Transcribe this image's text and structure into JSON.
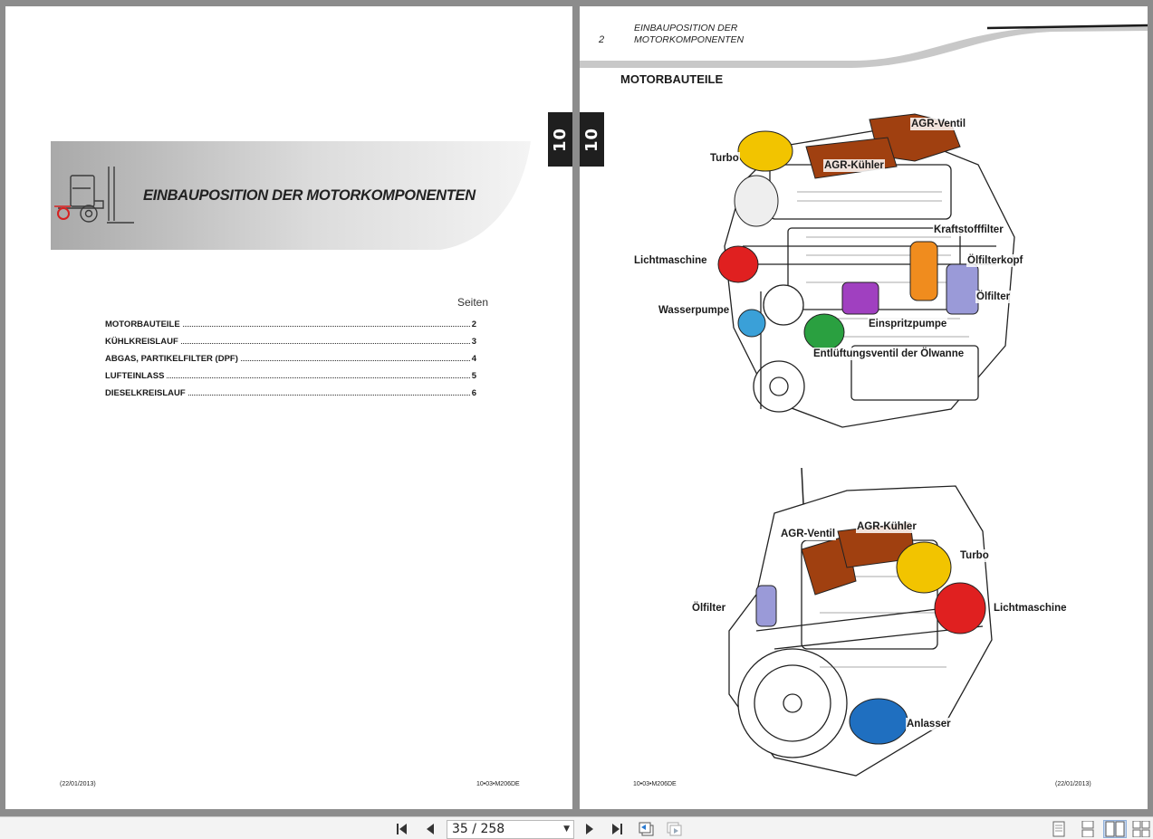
{
  "left_page": {
    "chapter_tab": "10",
    "banner_title": "EINBAUPOSITION DER MOTORKOMPONENTEN",
    "seiten_label": "Seiten",
    "toc": [
      {
        "label": "MOTORBAUTEILE",
        "page": "2"
      },
      {
        "label": "KÜHLKREISLAUF",
        "page": "3"
      },
      {
        "label": "ABGAS, PARTIKELFILTER (DPF)",
        "page": "4"
      },
      {
        "label": "LUFTEINLASS",
        "page": "5"
      },
      {
        "label": "DIESELKREISLAUF",
        "page": "6"
      }
    ],
    "footer_date": "(22/01/2013)",
    "footer_code": "10•03•M206DE"
  },
  "right_page": {
    "chapter_tab": "10",
    "header_page_number": "2",
    "header_title_line1": "EINBAUPOSITION DER",
    "header_title_line2": "MOTORKOMPONENTEN",
    "section_title": "MOTORBAUTEILE",
    "engine_top_labels": {
      "agr_ventil": "AGR-Ventil",
      "turbo": "Turbo",
      "agr_kuehler": "AGR-Kühler",
      "kraftstofffilter": "Kraftstofffilter",
      "lichtmaschine": "Lichtmaschine",
      "oelfilterkopf": "Ölfilterkopf",
      "oelfilter": "Ölfilter",
      "wasserpumpe": "Wasserpumpe",
      "einspritzpumpe": "Einspritzpumpe",
      "entlueftungsventil": "Entlüftungsventil der Ölwanne"
    },
    "engine_bottom_labels": {
      "agr_ventil": "AGR-Ventil",
      "agr_kuehler": "AGR-Kühler",
      "turbo": "Turbo",
      "oelfilter": "Ölfilter",
      "lichtmaschine": "Lichtmaschine",
      "anlasser": "Anlasser"
    },
    "footer_code": "10•03•M206DE",
    "footer_date": "(22/01/2013)"
  },
  "toolbar": {
    "current_page": "35",
    "separator": "/",
    "total_pages": "258",
    "icons": [
      "first-page-icon",
      "prev-page-icon",
      "next-page-icon",
      "last-page-icon",
      "prev-view-icon",
      "next-view-icon",
      "single-page-view-icon",
      "continuous-view-icon",
      "two-page-view-icon",
      "two-page-continuous-view-icon"
    ]
  },
  "colors": {
    "background": "#8c8c8c",
    "turbo": "#f2c400",
    "agr": "#a04010",
    "lichtmaschine": "#e02020",
    "wasserpumpe": "#3aa0d8",
    "kraftstofffilter": "#f08c1e",
    "oelfilter": "#9a9ad8",
    "einspritzpumpe": "#a040c0",
    "entlueftung": "#2aa040",
    "anlasser": "#1f6fc0"
  }
}
